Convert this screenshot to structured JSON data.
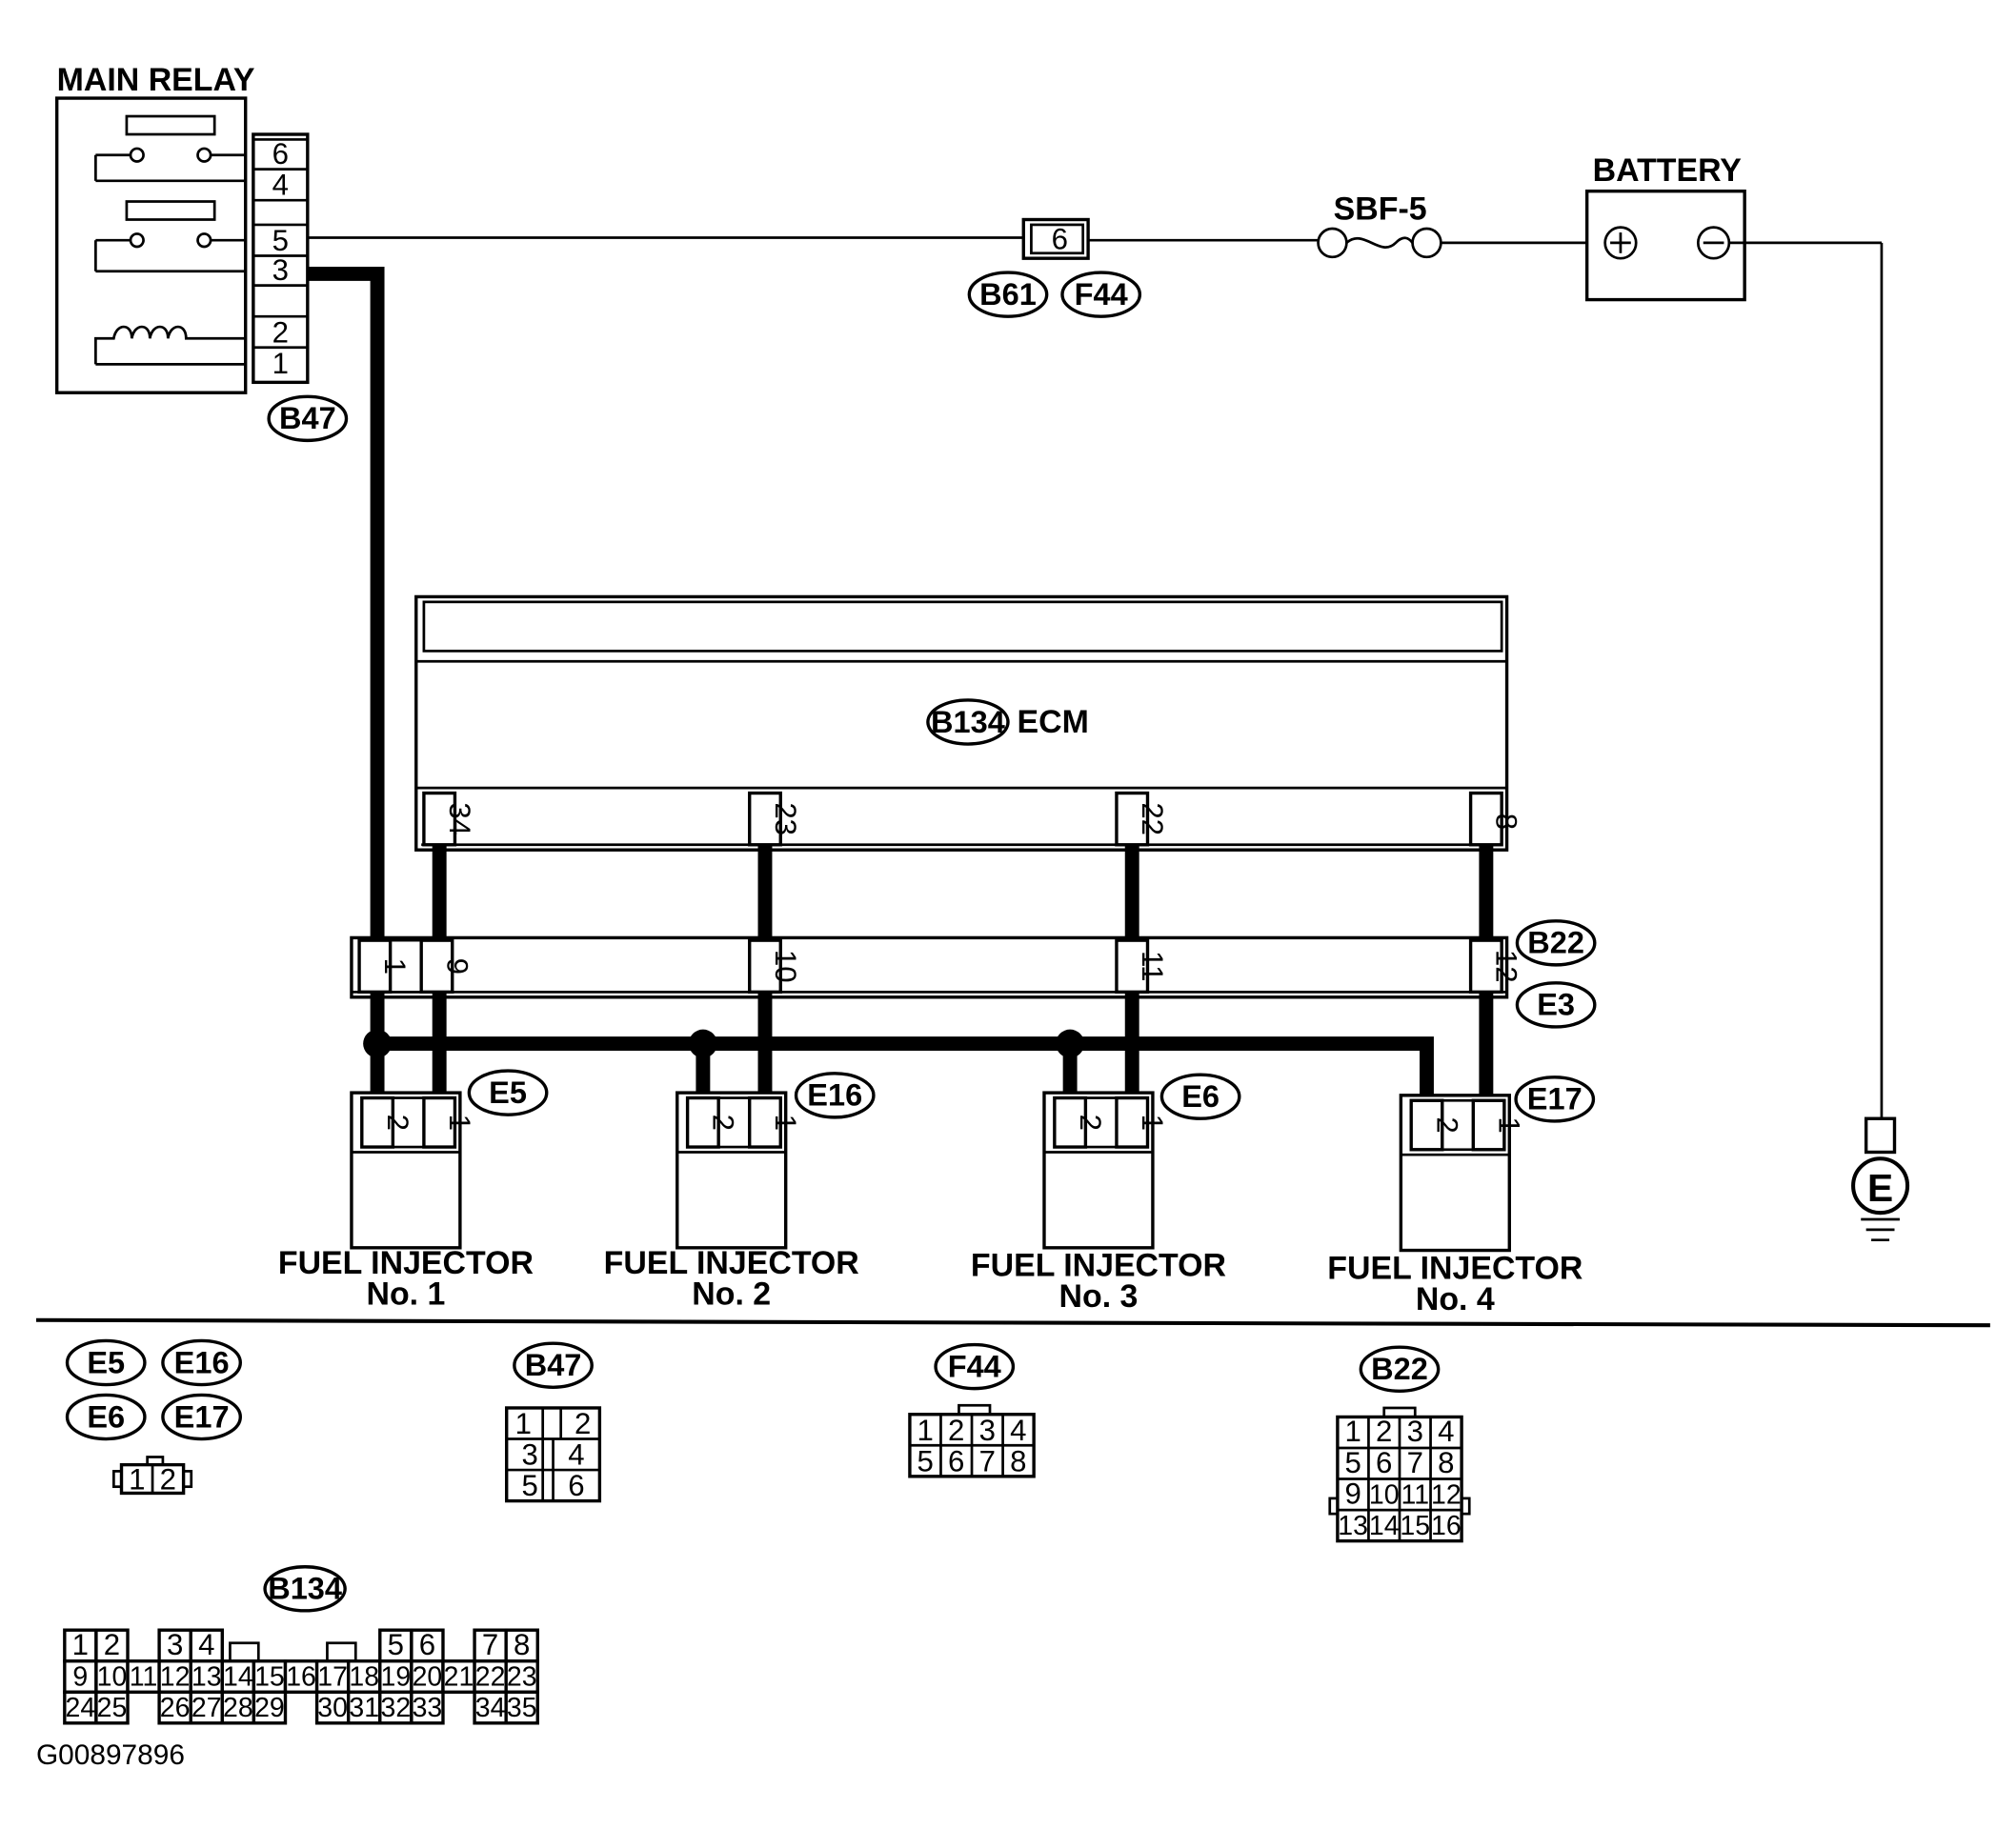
{
  "labels": {
    "main_relay": "MAIN RELAY",
    "battery": "BATTERY",
    "fuse": "SBF-5",
    "ecm": "ECM",
    "injector": "FUEL INJECTOR",
    "no1": "No. 1",
    "no2": "No. 2",
    "no3": "No. 3",
    "no4": "No. 4",
    "figure_id": "G00897896"
  },
  "connectors": {
    "b47": "B47",
    "b61": "B61",
    "f44": "F44",
    "b134": "B134",
    "b22": "B22",
    "e3": "E3",
    "e5": "E5",
    "e16": "E16",
    "e6": "E6",
    "e17": "E17"
  },
  "relay_pins": [
    "6",
    "4",
    "5",
    "3",
    "2",
    "1"
  ],
  "fuse_pin": "6",
  "ecm_pins": [
    "34",
    "23",
    "22",
    "8"
  ],
  "b22_pins": [
    "1",
    "9",
    "10",
    "11",
    "12"
  ],
  "injector_pins": [
    "2",
    "1"
  ],
  "ground_symbol": "E",
  "battery_terminals": {
    "positive": "+",
    "negative": "−"
  },
  "legend": {
    "e_connector_pins": [
      "1",
      "2"
    ],
    "b47_rows": [
      [
        "1",
        "2"
      ],
      [
        "3",
        "4"
      ],
      [
        "5",
        "6"
      ]
    ],
    "f44_rows": [
      [
        "1",
        "2",
        "3",
        "4"
      ],
      [
        "5",
        "6",
        "7",
        "8"
      ]
    ],
    "b22_rows": [
      [
        "1",
        "2",
        "3",
        "4"
      ],
      [
        "5",
        "6",
        "7",
        "8"
      ],
      [
        "9",
        "10",
        "11",
        "12"
      ],
      [
        "13",
        "14",
        "15",
        "16"
      ]
    ],
    "b134_row1": [
      "1",
      "2",
      "3",
      "4",
      "5",
      "6",
      "7",
      "8"
    ],
    "b134_row2": [
      "9",
      "10",
      "11",
      "12",
      "13",
      "14",
      "15",
      "16",
      "17",
      "18",
      "19",
      "20",
      "21",
      "22",
      "23"
    ],
    "b134_row3": [
      "24",
      "25",
      "26",
      "27",
      "28",
      "29",
      "30",
      "31",
      "32",
      "33",
      "34",
      "35"
    ]
  }
}
